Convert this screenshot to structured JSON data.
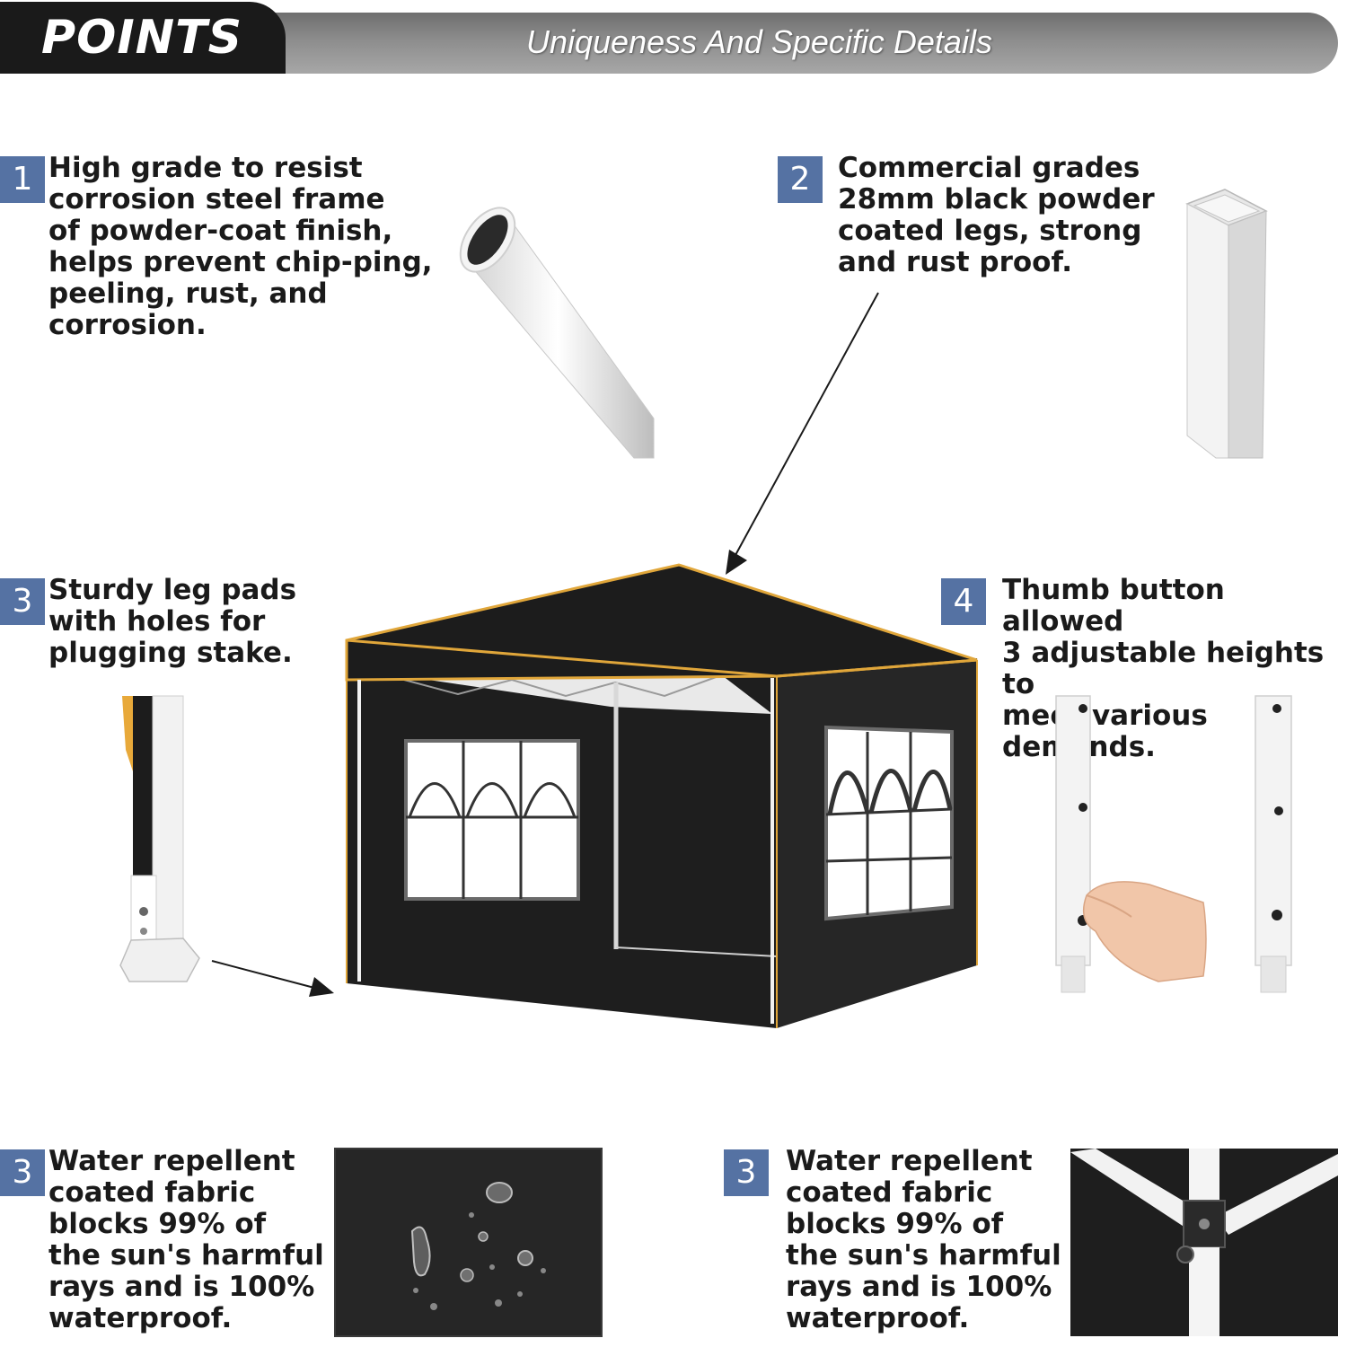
{
  "header": {
    "tab": "POINTS",
    "subtitle": "Uniqueness And Specific Details"
  },
  "features": [
    {
      "number": "1",
      "text": "High grade to resist\ncorrosion steel frame\nof powder-coat finish,\nhelps prevent chip-ping,\npeeling, rust, and\ncorrosion."
    },
    {
      "number": "2",
      "text": "Commercial grades\n28mm black powder\ncoated legs, strong\nand rust proof."
    },
    {
      "number": "3",
      "text": "Sturdy leg pads\nwith holes for\nplugging stake."
    },
    {
      "number": "4",
      "text": "Thumb button allowed\n3 adjustable heights to\nmeet various demands."
    },
    {
      "number": "3",
      "text": "Water repellent\ncoated fabric\nblocks 99% of\nthe sun's harmful\nrays and is 100%\nwaterproof."
    },
    {
      "number": "3",
      "text": "Water repellent\ncoated fabric\nblocks 99% of\nthe sun's harmful\nrays and is 100%\nwaterproof."
    }
  ],
  "colors": {
    "badge": "#5572a3",
    "canopy": "#1c1c1c",
    "trim": "#e0a63a",
    "frame": "#f2f2f2"
  }
}
